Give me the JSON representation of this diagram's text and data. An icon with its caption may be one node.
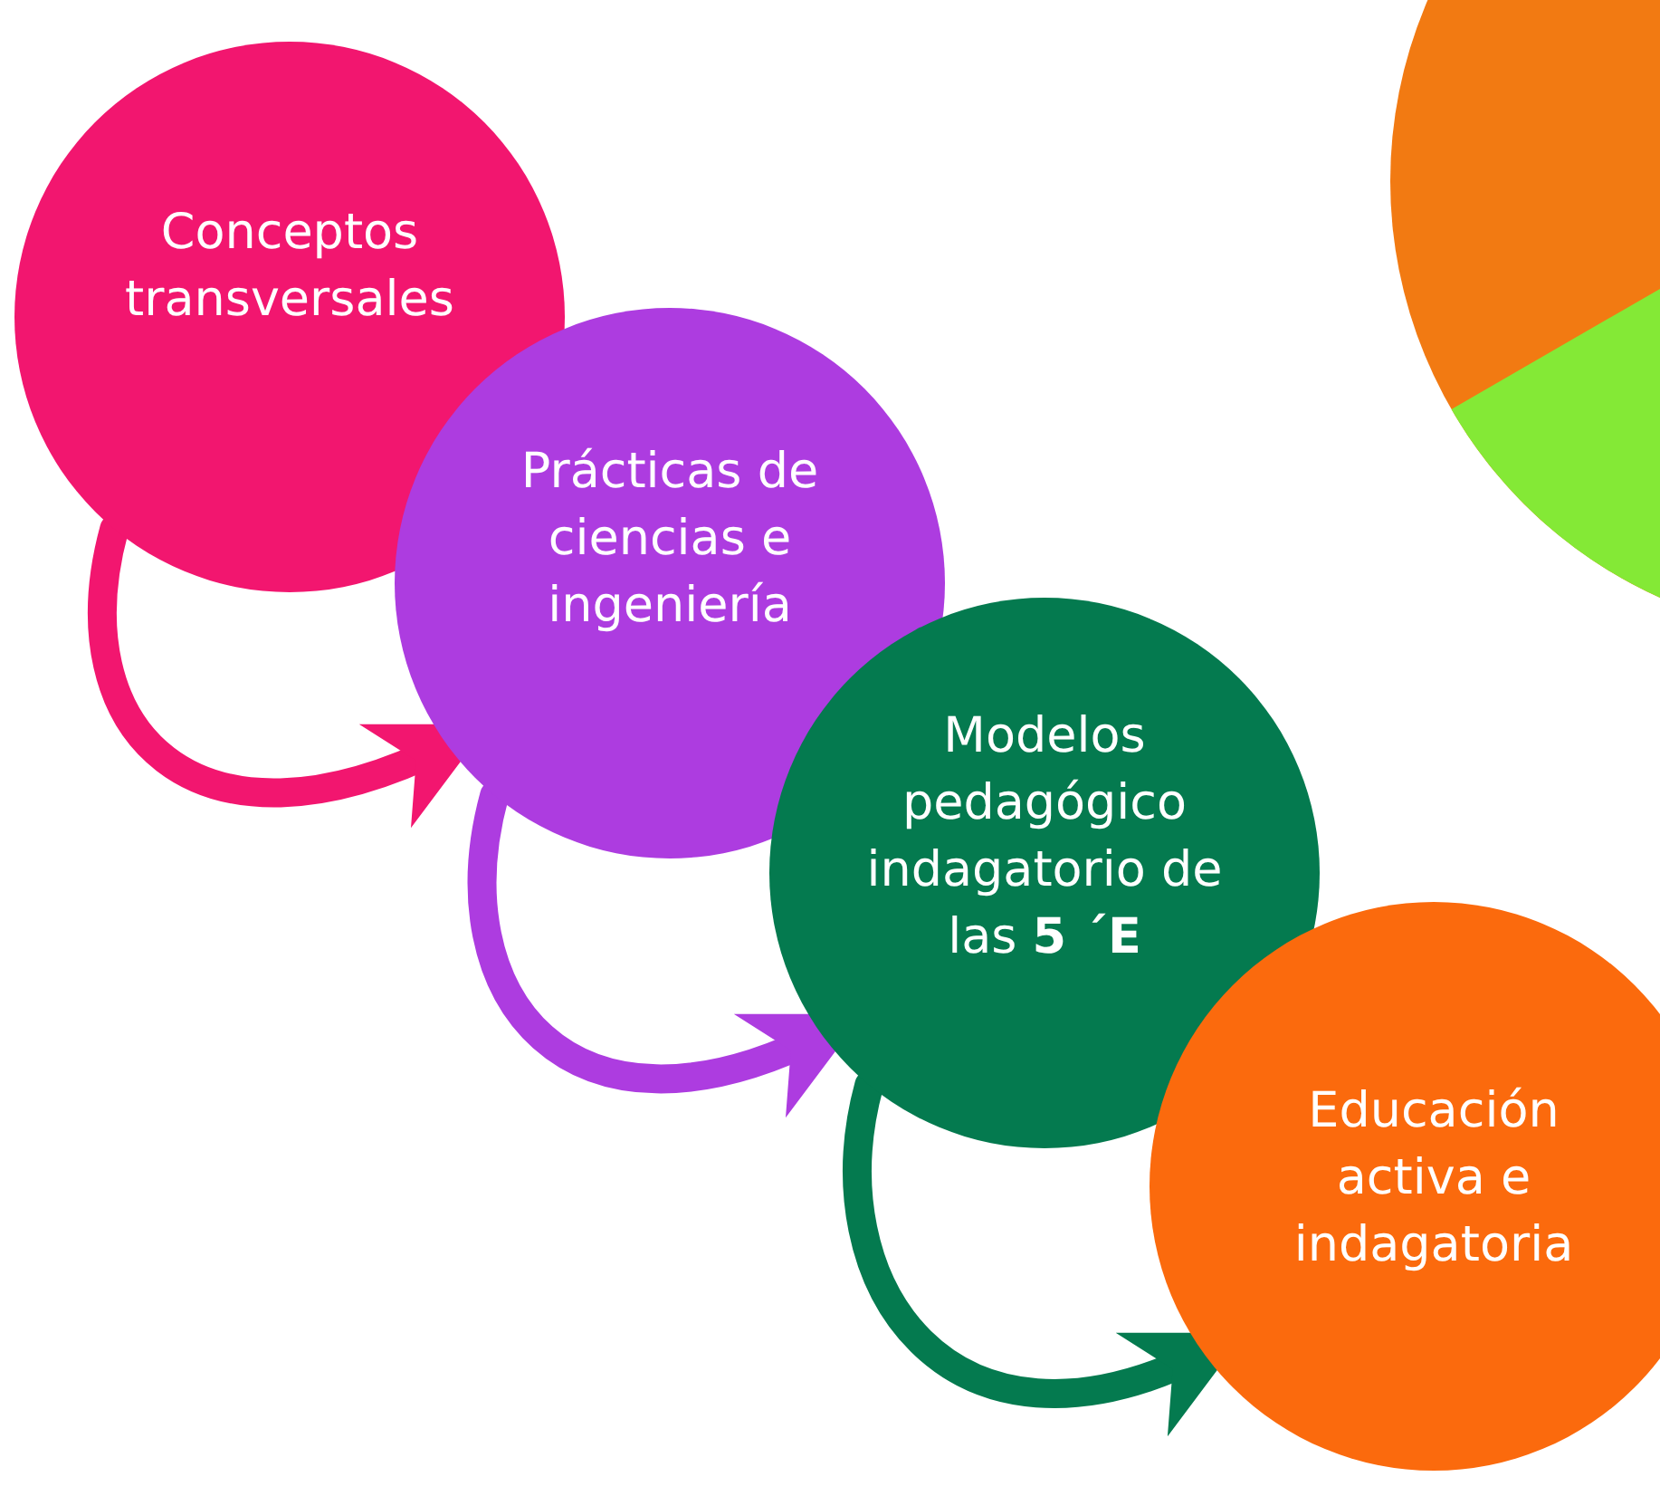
{
  "diagram": {
    "nodes": [
      {
        "text": [
          "Conceptos transversales"
        ]
      },
      {
        "text": [
          "Prácticas de ciencias e ingeniería"
        ]
      },
      {
        "text": [
          "Modelos pedagógico indagatorio de las **5 ´E**"
        ]
      },
      {
        "text": [
          "Educación activa e indagatoria"
        ]
      }
    ],
    "edges": [
      {
        "from": 0,
        "to": 1,
        "arrow": "to",
        "color": "#f2166f"
      },
      {
        "from": 1,
        "to": 2,
        "arrow": "to",
        "color": "#ad3ce0"
      },
      {
        "from": 2,
        "to": 3,
        "arrow": "to",
        "color": "#047a4f"
      }
    ]
  }
}
